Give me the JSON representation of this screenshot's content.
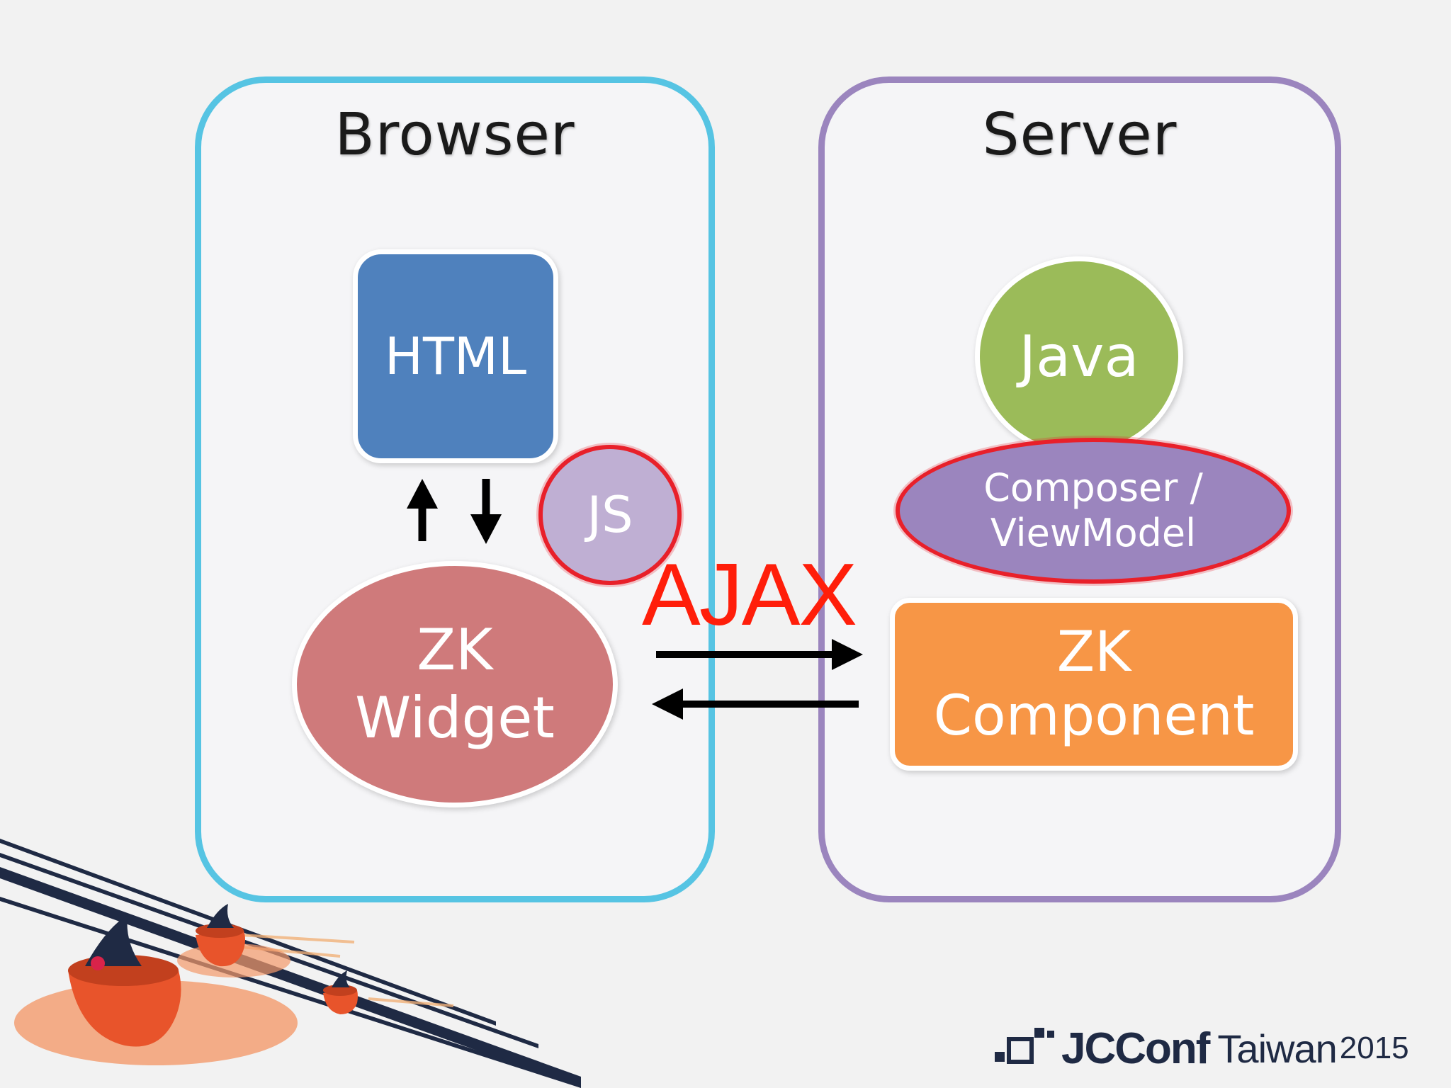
{
  "browser": {
    "title": "Browser"
  },
  "server": {
    "title": "Server"
  },
  "nodes": {
    "html": "HTML",
    "js": "JS",
    "zk_widget_line1": "ZK",
    "zk_widget_line2": "Widget",
    "java": "Java",
    "composer_line1": "Composer /",
    "composer_line2": "ViewModel",
    "zk_component": "ZK Component"
  },
  "ajax_label": "AJAX",
  "logo": {
    "brand": "JCConf",
    "place": "Taiwan",
    "year": "2015"
  },
  "colors": {
    "browser_border": "#56c4e3",
    "server_border": "#9b85be",
    "html": "#4f81bd",
    "js": "#bfafd3",
    "zk_widget": "#cf7a7b",
    "java": "#9bbb59",
    "composer": "#9b85be",
    "zk_component": "#f79646",
    "highlight": "#e8202a"
  }
}
